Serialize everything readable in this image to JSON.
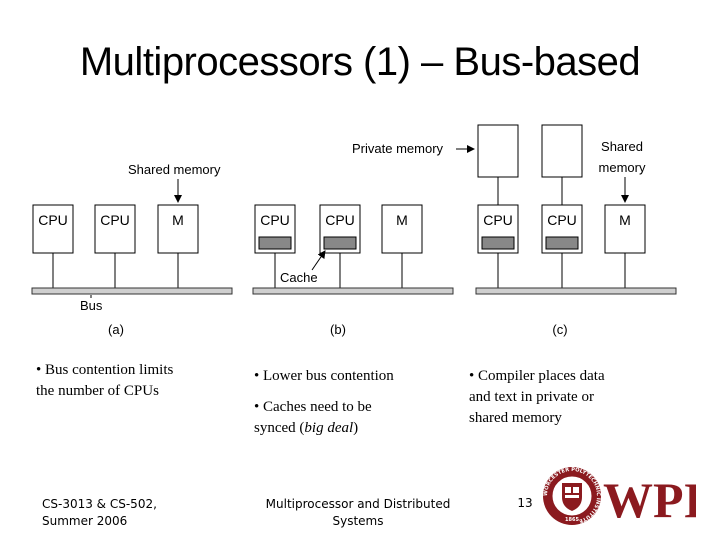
{
  "slide": {
    "title": "Multiprocessors (1) – Bus-based"
  },
  "diagram": {
    "labels": {
      "private_memory": "Private memory",
      "shared_memory_a": "Shared memory",
      "shared_memory_c_line1": "Shared",
      "shared_memory_c_line2": "memory",
      "cache": "Cache",
      "bus": "Bus"
    },
    "box_labels": {
      "cpu": "CPU",
      "memory": "M"
    },
    "figure_labels": [
      "(a)",
      "(b)",
      "(c)"
    ]
  },
  "bullets": {
    "a": [
      "• Bus contention limits",
      "the number of CPUs"
    ],
    "b1": "• Lower bus contention",
    "b2_line1": "• Caches need to be",
    "b2_line2_prefix": "synced (",
    "b2_line2_em": "big deal",
    "b2_line2_suffix": ")",
    "c": [
      "• Compiler places data",
      "and text in private or",
      "shared memory"
    ]
  },
  "footer": {
    "course_line1": "CS-3013 & CS-502,",
    "course_line2": "Summer 2006",
    "topic_line1": "Multiprocessor and Distributed",
    "topic_line2": "Systems",
    "page_number": "13"
  },
  "logo": {
    "text": "WPI",
    "ring_text": "WORCESTER POLYTECHNIC INSTITUTE",
    "year": "1865",
    "brand_color": "#8b1a1f"
  }
}
